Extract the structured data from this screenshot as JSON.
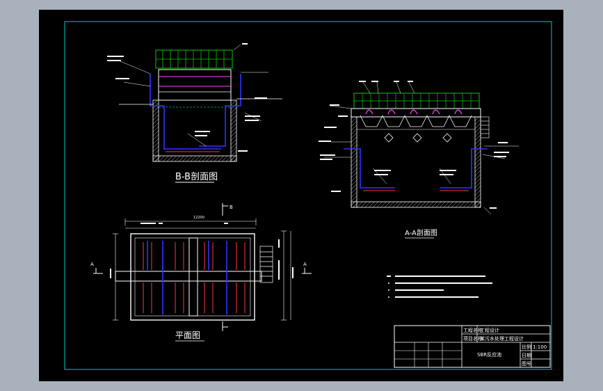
{
  "drawing": {
    "section_bb_title": "B-B剖面图",
    "section_aa_title": "A-A剖面图",
    "plan_title": "平面图",
    "cut_marks": {
      "b": "B",
      "a": "A"
    },
    "plan_dims": {
      "total": "12200"
    }
  },
  "title_block": {
    "row1_label": "工程名称",
    "row1_value": "工程设计",
    "row2_label": "项目名称",
    "row2_value": "某污水处理工程设计",
    "drawing_name": "SBR反应池",
    "scale_label": "比例",
    "scale_value": "1:100",
    "date_label": "日期",
    "number_label": "图号"
  },
  "colors": {
    "background": "#000000",
    "frame": "#00c8c8",
    "wall": "#ffffff",
    "grating": "#00cc00",
    "pipe_blue": "#3333ff",
    "pipe_red": "#ff3344",
    "magenta": "#ff44ff",
    "cyan": "#00ffff"
  }
}
